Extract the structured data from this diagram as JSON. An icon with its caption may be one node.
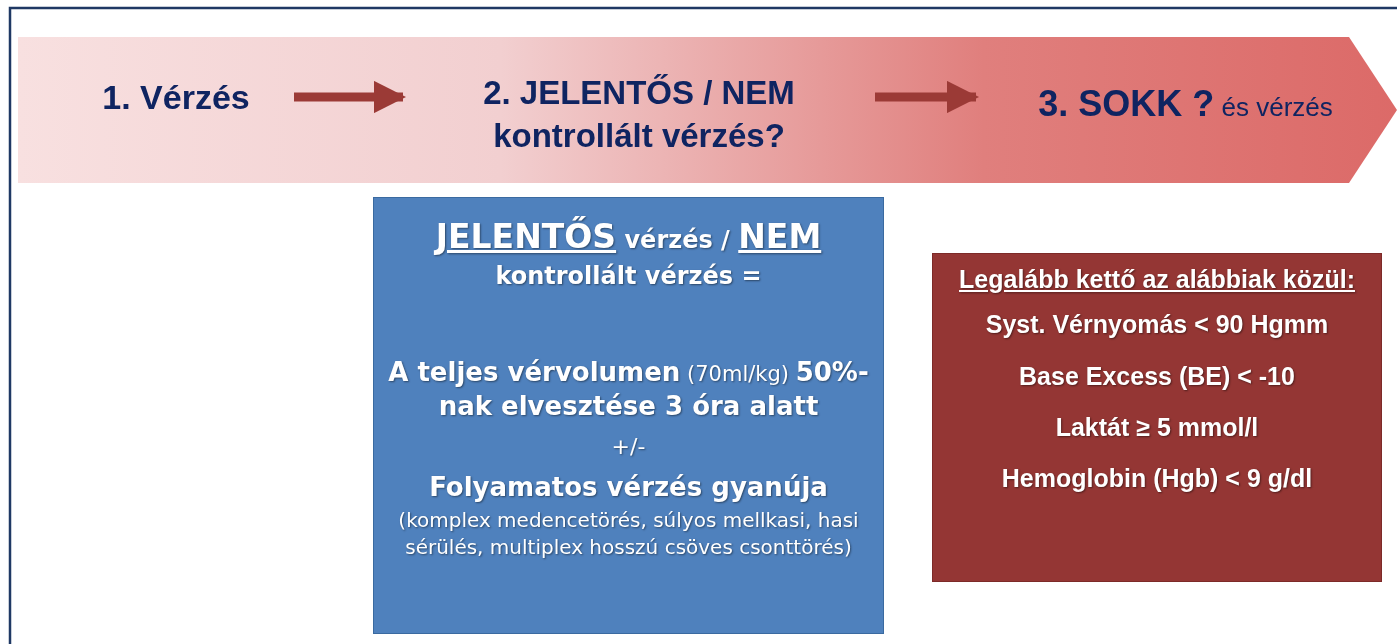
{
  "diagram": {
    "nodes": [
      {
        "text": [],
        "shape": "bar"
      },
      {
        "text": [
          "1. Vérzés"
        ],
        "in": 0
      },
      {
        "text": [
          "2. JELENTŐS / NEM kontrollált vérzés?"
        ],
        "in": 0
      },
      {
        "text": [
          "**3. SOKK ?** és vérzés"
        ],
        "in": 0
      },
      {
        "text": [
          "**JELENTŐS** vérzés / **NEM** kontrollált vérzés =",
          "**A teljes vérvolumen** (70ml/kg) **50%-nak elvesztése 3 óra alatt**",
          "+/-",
          "Folyamatos vérzés gyanúja",
          "(komplex medencetörés, súlyos mellkasi, hasi sérülés, multiplex hosszú csöves csonttörés)"
        ]
      },
      {
        "text": [
          "Legalább kettő az alábbiak közül:",
          "Syst. Vérnyomás < 90 Hgmm",
          "Base Excess (BE) < -10",
          "Laktát ≥ 5 mmol/l",
          "Hemoglobin (Hgb) < 9 g/dl"
        ]
      }
    ],
    "edges": [
      {
        "from": 1,
        "to": 2,
        "arrow": "to"
      },
      {
        "from": 2,
        "to": 3,
        "arrow": "to"
      }
    ]
  }
}
